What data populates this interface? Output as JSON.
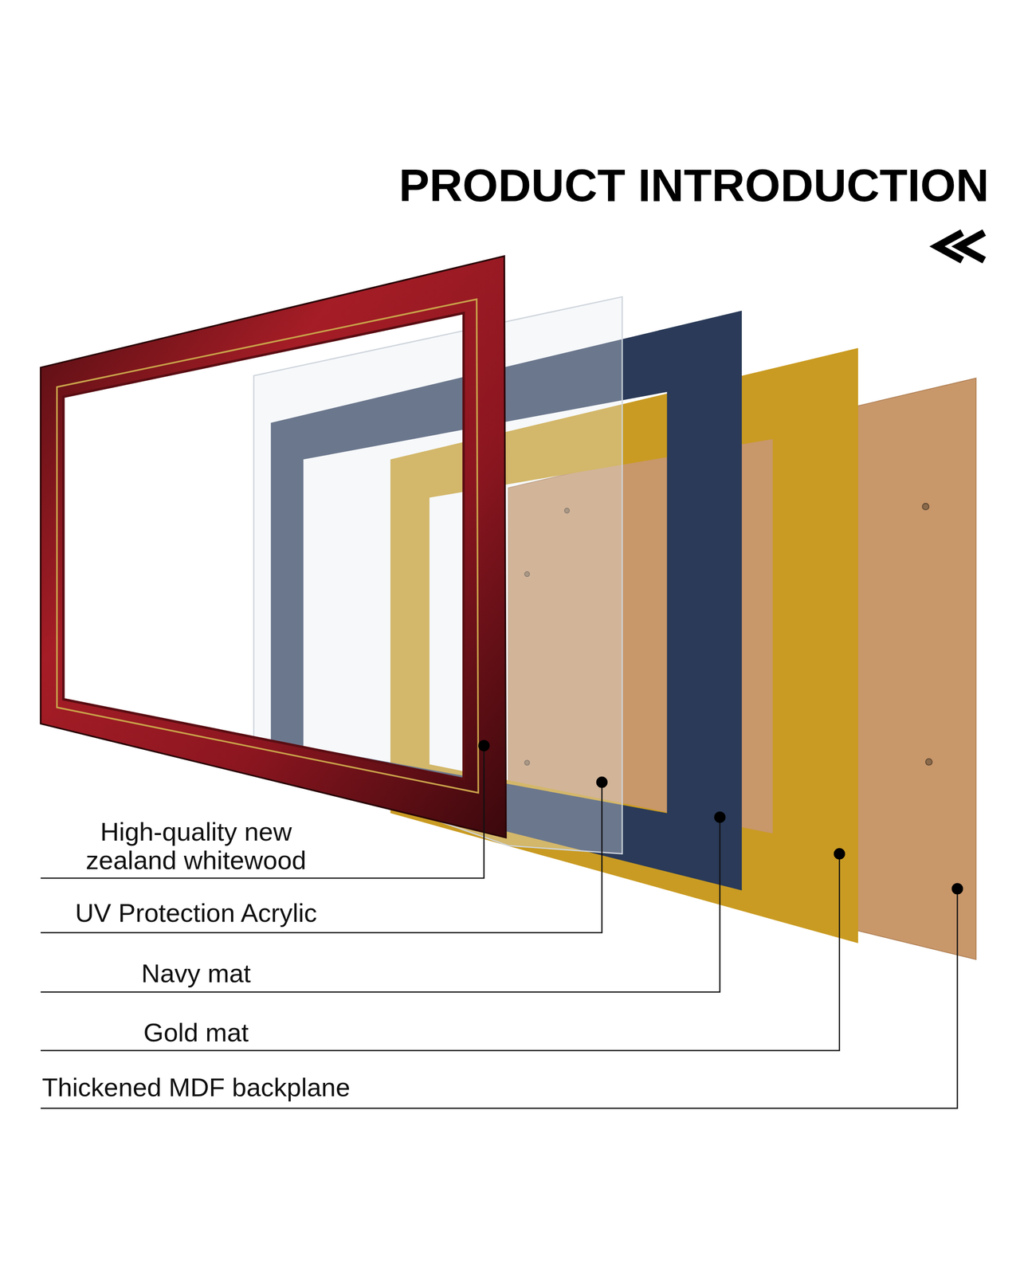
{
  "diagram": {
    "title": "PRODUCT INTRODUCTION",
    "labels": [
      "High-quality new zealand whitewood",
      "UV Protection Acrylic",
      "Navy mat",
      "Gold mat",
      "Thickened MDF backplane"
    ]
  }
}
